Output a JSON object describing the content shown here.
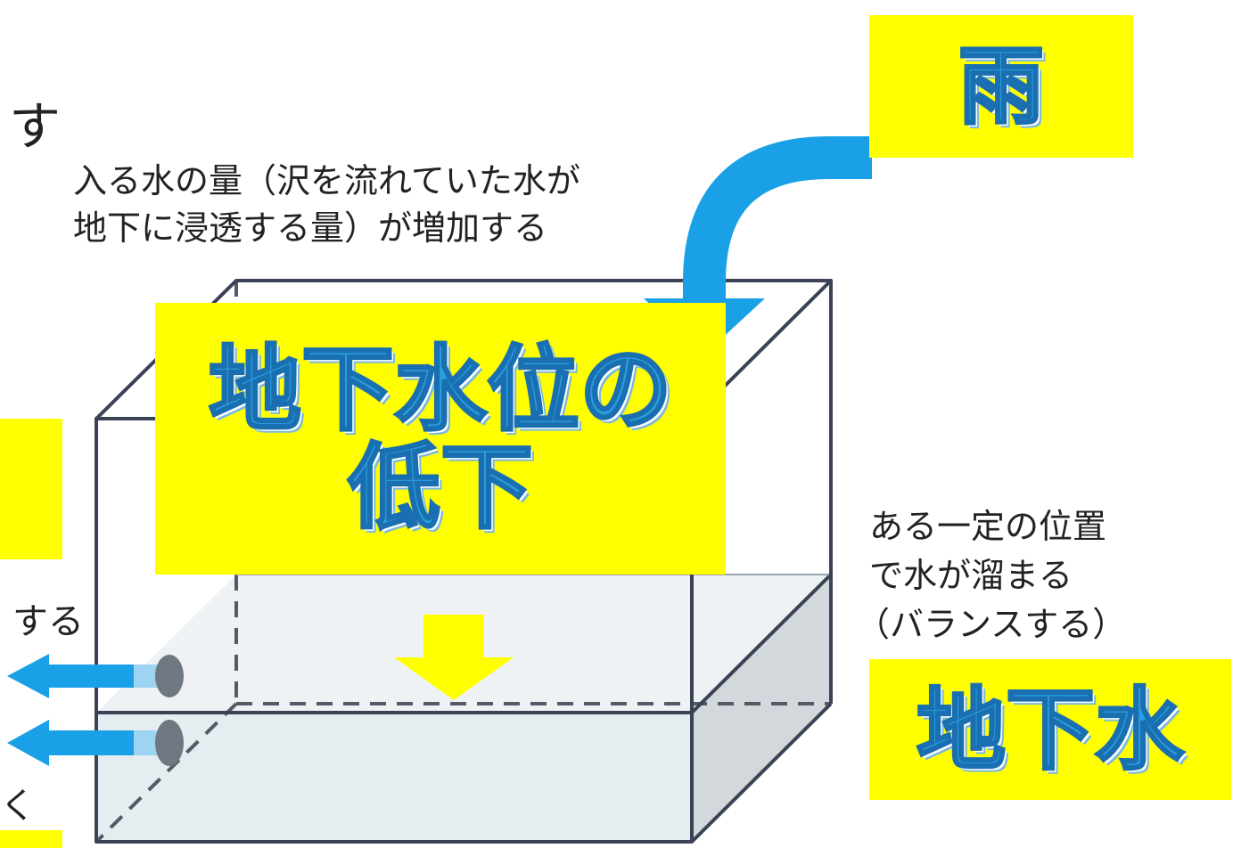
{
  "labels": {
    "rain": "雨",
    "inflow_line1": "入る水の量（沢を流れていた水が",
    "inflow_line2": "地下に浸透する量）が増加する",
    "drop_line1": "地下水位の",
    "drop_line2": "低下",
    "balance_line1": "ある一定の位置",
    "balance_line2": "で水が溜まる",
    "balance_line3": "（バランスする）",
    "groundwater": "地下水",
    "cut_top": "す",
    "cut_paren": "）",
    "cut_mid": "する",
    "cut_bottom": "く"
  },
  "colors": {
    "highlight_yellow": "#ffff00",
    "flow_blue": "#1aa0e6",
    "text_blue": "#2a9ee0",
    "arrow_yellow": "#ffff00",
    "water_fill": "#e6edf0",
    "box_edge": "#3a4256"
  }
}
